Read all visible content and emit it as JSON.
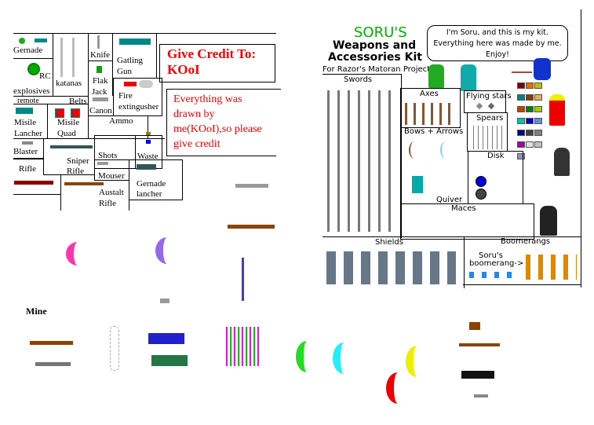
{
  "left_sheet": {
    "labels": {
      "gernade": "Gernade",
      "rc": "RC",
      "explosives": "explosives",
      "katanas": "katanas",
      "knife": "Knife",
      "gatling_1": "Gatling",
      "gatling_2": "Gun",
      "flak_1": "Flak",
      "flak_2": "Jack",
      "remote": "remote",
      "belts": "Belts",
      "canon": "Canon",
      "fire_1": "Fire",
      "fire_2": "extingusher",
      "misile_lancher_1": "Misile",
      "misile_lancher_2": "Lancher",
      "misile_quad_1": "Misile",
      "misile_quad_2": "Quad",
      "ammo": "Ammo",
      "blaster": "Blaster",
      "sniper_1": "Sniper",
      "sniper_2": "Rifle",
      "shots": "Shots",
      "waste": "Waste",
      "rifle": "Rifle",
      "mouser": "Mouser",
      "austalt_1": "Austalt",
      "austalt_2": "Rifle",
      "gernade_lancher_1": "Gernade",
      "gernade_lancher_2": "lancher"
    },
    "credit_title_1": "Give Credit To:",
    "credit_title_2": "KOoI",
    "credit_note": [
      "Everything was",
      "drawn by",
      "me(KOoI),so please",
      "give credit"
    ],
    "mine_label": "Mine"
  },
  "right_sheet": {
    "logo_soru": "SORU'S",
    "title_1": "Weapons and",
    "title_2": "Accessories Kit",
    "subtitle": "For Razor's Matoran Project",
    "speech": [
      "I'm Soru, and this is my kit.",
      "Everything here was made by me.",
      "Enjoy!"
    ],
    "sections": {
      "swords": "Swords",
      "axes": "Axes",
      "flying_stars": "Flying stars",
      "bows": "Bows + Arrows",
      "spears": "Spears",
      "disk": "Disk",
      "quiver": "Quiver",
      "maces": "Maces",
      "shields": "Shields",
      "boomerangs": "Boomerangs"
    },
    "soru_boomerang_1": "Soru's",
    "soru_boomerang_2": "boomerang->",
    "palette": [
      "#800000",
      "#e07000",
      "#c0c000",
      "#008080",
      "#804000",
      "#e0b060",
      "#c04000",
      "#008000",
      "#a0d000",
      "#00c0b0",
      "#0000c0",
      "#6090e0",
      "#000080",
      "#404040",
      "#808080",
      "#a000a0",
      "#e0e0e0",
      "#c0c0c0",
      "#9090c0"
    ]
  },
  "colors": {
    "credit_red": "#ff0000",
    "logo_green": "#00b000",
    "line": "#000000"
  }
}
